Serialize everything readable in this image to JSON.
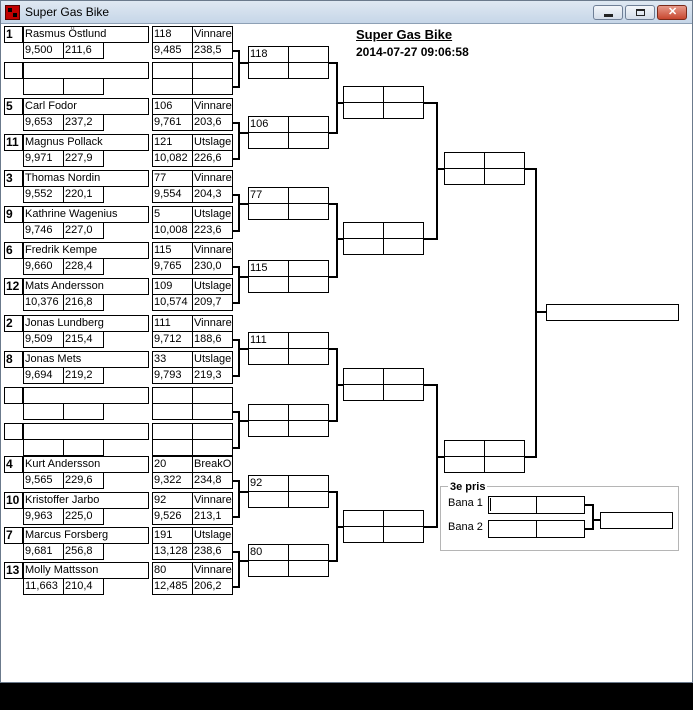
{
  "window": {
    "title": "Super Gas Bike"
  },
  "header": {
    "title": "Super Gas Bike",
    "datetime": "2014-07-27 09:06:58"
  },
  "round1": [
    {
      "seed": "1",
      "name": "Rasmus Östlund",
      "t1": "9,500",
      "t2": "211,6",
      "num": "118",
      "res": "Vinnare",
      "t3": "9,485",
      "t4": "238,5"
    },
    {
      "seed": "",
      "name": "",
      "t1": "",
      "t2": "",
      "num": "",
      "res": "",
      "t3": "",
      "t4": ""
    },
    {
      "seed": "5",
      "name": "Carl Fodor",
      "t1": "9,653",
      "t2": "237,2",
      "num": "106",
      "res": "Vinnare",
      "t3": "9,761",
      "t4": "203,6"
    },
    {
      "seed": "11",
      "name": "Magnus Pollack",
      "t1": "9,971",
      "t2": "227,9",
      "num": "121",
      "res": "Utslagen",
      "t3": "10,082",
      "t4": "226,6"
    },
    {
      "seed": "3",
      "name": "Thomas Nordin",
      "t1": "9,552",
      "t2": "220,1",
      "num": "77",
      "res": "Vinnare",
      "t3": "9,554",
      "t4": "204,3"
    },
    {
      "seed": "9",
      "name": "Kathrine Wagenius",
      "t1": "9,746",
      "t2": "227,0",
      "num": "5",
      "res": "Utslagen",
      "t3": "10,008",
      "t4": "223,6"
    },
    {
      "seed": "6",
      "name": "Fredrik Kempe",
      "t1": "9,660",
      "t2": "228,4",
      "num": "115",
      "res": "Vinnare",
      "t3": "9,765",
      "t4": "230,0"
    },
    {
      "seed": "12",
      "name": "Mats Andersson",
      "t1": "10,376",
      "t2": "216,8",
      "num": "109",
      "res": "Utslagen",
      "t3": "10,574",
      "t4": "209,7"
    },
    {
      "seed": "2",
      "name": "Jonas Lundberg",
      "t1": "9,509",
      "t2": "215,4",
      "num": "111",
      "res": "Vinnare",
      "t3": "9,712",
      "t4": "188,6"
    },
    {
      "seed": "8",
      "name": "Jonas Mets",
      "t1": "9,694",
      "t2": "219,2",
      "num": "33",
      "res": "Utslagen",
      "t3": "9,793",
      "t4": "219,3"
    },
    {
      "seed": "",
      "name": "",
      "t1": "",
      "t2": "",
      "num": "",
      "res": "",
      "t3": "",
      "t4": ""
    },
    {
      "seed": "",
      "name": "",
      "t1": "",
      "t2": "",
      "num": "",
      "res": "",
      "t3": "",
      "t4": ""
    },
    {
      "seed": "4",
      "name": "Kurt Andersson",
      "t1": "9,565",
      "t2": "229,6",
      "num": "20",
      "res": "BreakOut",
      "t3": "9,322",
      "t4": "234,8"
    },
    {
      "seed": "10",
      "name": "Kristoffer Jarbo",
      "t1": "9,963",
      "t2": "225,0",
      "num": "92",
      "res": "Vinnare",
      "t3": "9,526",
      "t4": "213,1"
    },
    {
      "seed": "7",
      "name": "Marcus Forsberg",
      "t1": "9,681",
      "t2": "256,8",
      "num": "191",
      "res": "Utslagen",
      "t3": "13,128",
      "t4": "238,6"
    },
    {
      "seed": "13",
      "name": "Molly Mattsson",
      "t1": "11,663",
      "t2": "210,4",
      "num": "80",
      "res": "Vinnare",
      "t3": "12,485",
      "t4": "206,2"
    }
  ],
  "round2": [
    "118",
    "106",
    "77",
    "115",
    "111",
    "",
    "92",
    "80"
  ],
  "third_prize": {
    "title": "3e pris",
    "lane1": "Bana 1",
    "lane2": "Bana 2"
  }
}
